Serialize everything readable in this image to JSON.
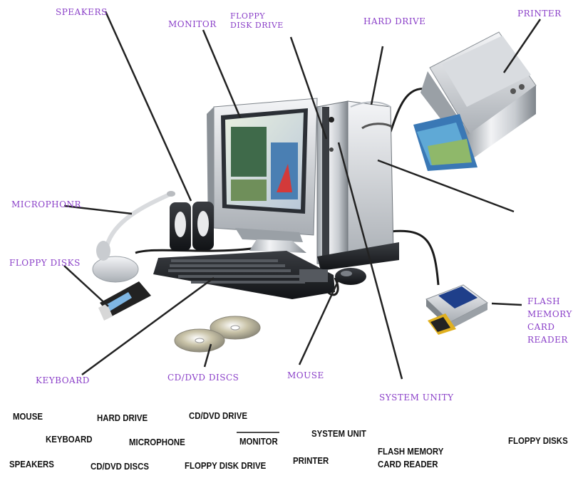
{
  "callouts": {
    "speakers": "SPEAKERS",
    "monitor": "MONITOR",
    "floppy_disk_drive": "FLOPPY DISK DRIVE",
    "hard_drive": "HARD DRIVE",
    "printer": "PRINTER",
    "microphone": "MICROPHONR",
    "floppy_disks": "FLOPPY DISKS",
    "flash_card_reader": "FLASH MEMORY CARD READER",
    "keyboard": "KEYBOARD",
    "cd_dvd_discs": "CD/DVD DISCS",
    "mouse": "MOUSE",
    "system_unit": "SYSTEM UNITY"
  },
  "word_bank": {
    "mouse": "MOUSE",
    "hard_drive": "HARD DRIVE",
    "cd_dvd_drive": "CD/DVD DRIVE",
    "keyboard": "KEYBOARD",
    "microphone": "MICROPHONE",
    "monitor": "MONITOR",
    "system_unit": "SYSTEM UNIT",
    "floppy_disks": "FLOPPY DISKS",
    "speakers": "SPEAKERS",
    "cd_dvd_discs": "CD/DVD DISCS",
    "floppy_disk_drive": "FLOPPY DISK DRIVE",
    "printer": "PRINTER",
    "flash_memory_card_reader": "FLASH MEMORY CARD READER"
  },
  "colors": {
    "label": "#8a3fc8",
    "leader_line": "#222222",
    "word_bank_text": "#111111"
  }
}
